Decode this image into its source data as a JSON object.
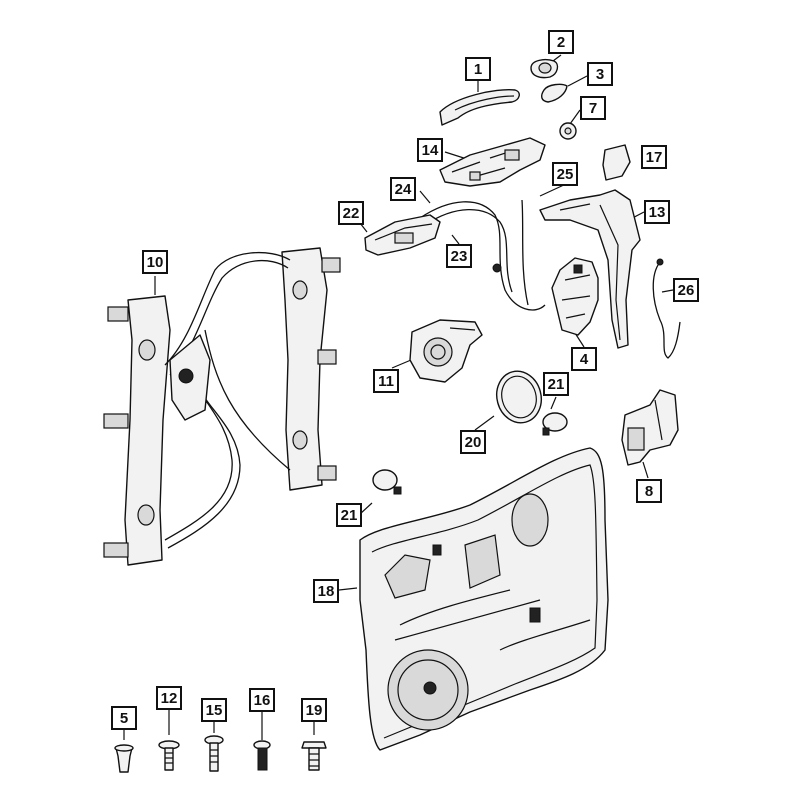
{
  "callouts": {
    "c1": "1",
    "c2": "2",
    "c3": "3",
    "c4": "4",
    "c5": "5",
    "c7": "7",
    "c8": "8",
    "c10": "10",
    "c11": "11",
    "c12": "12",
    "c13": "13",
    "c14": "14",
    "c15": "15",
    "c16": "16",
    "c17": "17",
    "c18": "18",
    "c19": "19",
    "c20": "20",
    "c21a": "21",
    "c21b": "21",
    "c22": "22",
    "c23": "23",
    "c24": "24",
    "c25": "25",
    "c26": "26"
  }
}
